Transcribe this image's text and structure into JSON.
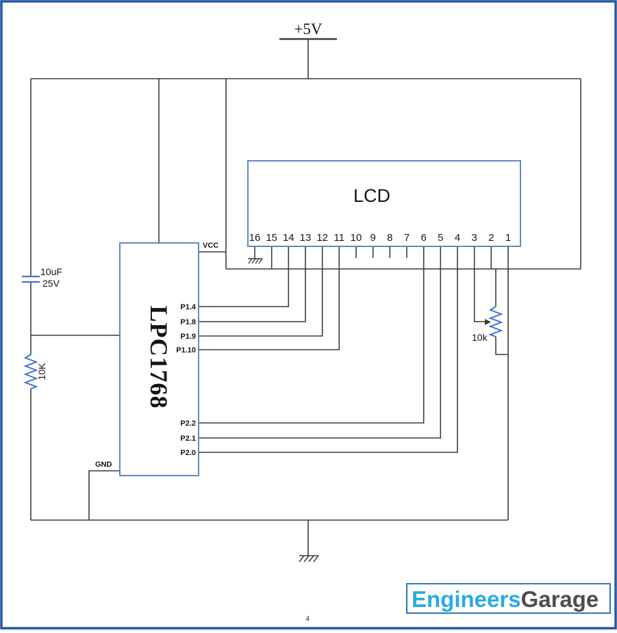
{
  "diagram": {
    "power_label": "+5V",
    "page_number": "4"
  },
  "lcd": {
    "title": "LCD",
    "pin_numbers": [
      "16",
      "15",
      "14",
      "13",
      "12",
      "11",
      "10",
      "9",
      "8",
      "7",
      "6",
      "5",
      "4",
      "3",
      "2",
      "1"
    ]
  },
  "mcu": {
    "name": "LPC1768",
    "vcc_label": "VCC",
    "gnd_label": "GND",
    "pin_labels": [
      "P1.4",
      "P1.8",
      "P1.9",
      "P1.10",
      "P2.2",
      "P2.1",
      "P2.0"
    ]
  },
  "components": {
    "capacitor_value": "10uF",
    "capacitor_voltage": "25V",
    "resistor_value": "10K",
    "pot_value": "10k"
  },
  "branding": {
    "name_primary": "Engineers",
    "name_secondary": "Garage"
  },
  "colors": {
    "frame": "#2456a4",
    "box_border": "#4a7ebb",
    "component": "#4472c4",
    "wire": "#3a3a3a",
    "logo_primary": "#29abe2",
    "logo_secondary": "#4d4d4f",
    "logo_border": "#2e75b6"
  }
}
